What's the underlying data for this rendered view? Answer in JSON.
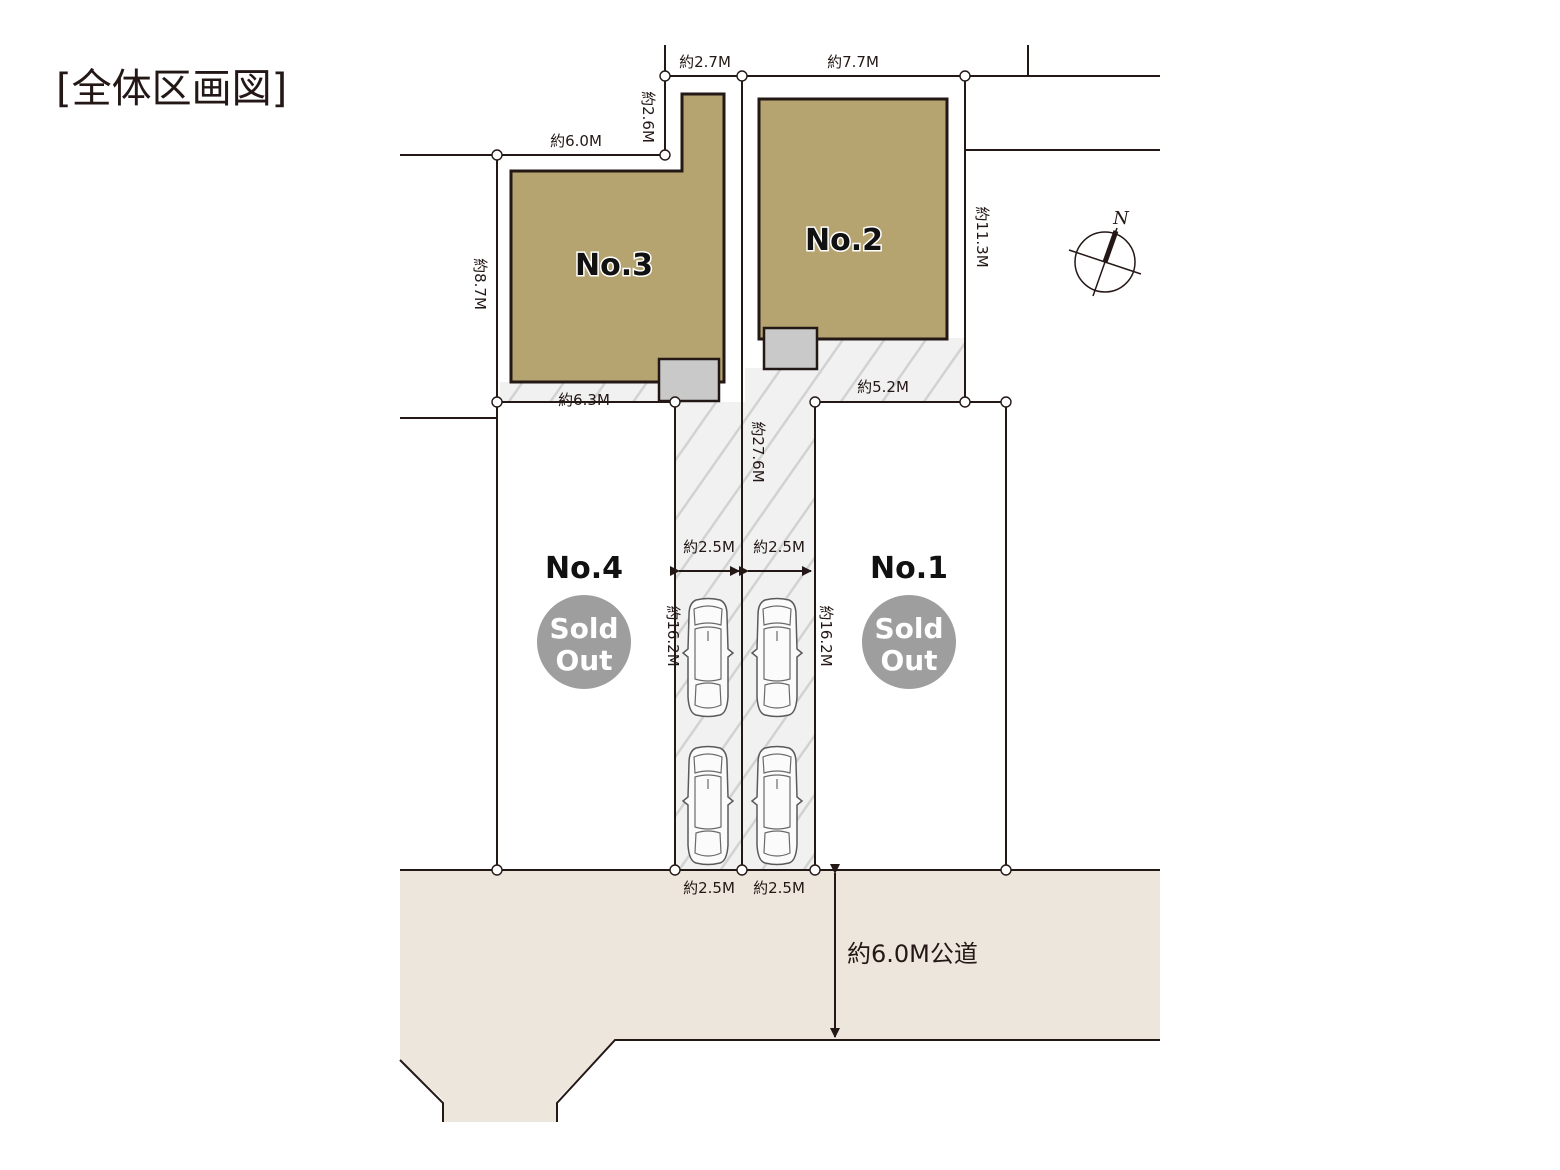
{
  "title": "[全体区画図]",
  "lots": {
    "no1": {
      "label": "No.1",
      "status_line1": "Sold",
      "status_line2": "Out"
    },
    "no2": {
      "label": "No.2"
    },
    "no3": {
      "label": "No.3"
    },
    "no4": {
      "label": "No.4",
      "status_line1": "Sold",
      "status_line2": "Out"
    }
  },
  "dimensions": {
    "top_left_2_7": "約2.7M",
    "top_7_7": "約7.7M",
    "left_2_6": "約2.6M",
    "left_6_0": "約6.0M",
    "right_11_3": "約11.3M",
    "left_8_7": "約8.7M",
    "mid_6_3": "約6.3M",
    "mid_5_2": "約5.2M",
    "drive_27_6": "約27.6M",
    "drive_w_left": "約2.5M",
    "drive_w_right": "約2.5M",
    "side_16_2_left": "約16.2M",
    "side_16_2_right": "約16.2M",
    "bottom_w_left": "約2.5M",
    "bottom_w_right": "約2.5M"
  },
  "road_label": "約6.0M公道",
  "north_label": "N",
  "colors": {
    "building": "#b6a470",
    "road": "#ede6dc",
    "sold_badge": "#9e9e9e",
    "driveway": "#efefef",
    "utility": "#c9c9c9"
  }
}
